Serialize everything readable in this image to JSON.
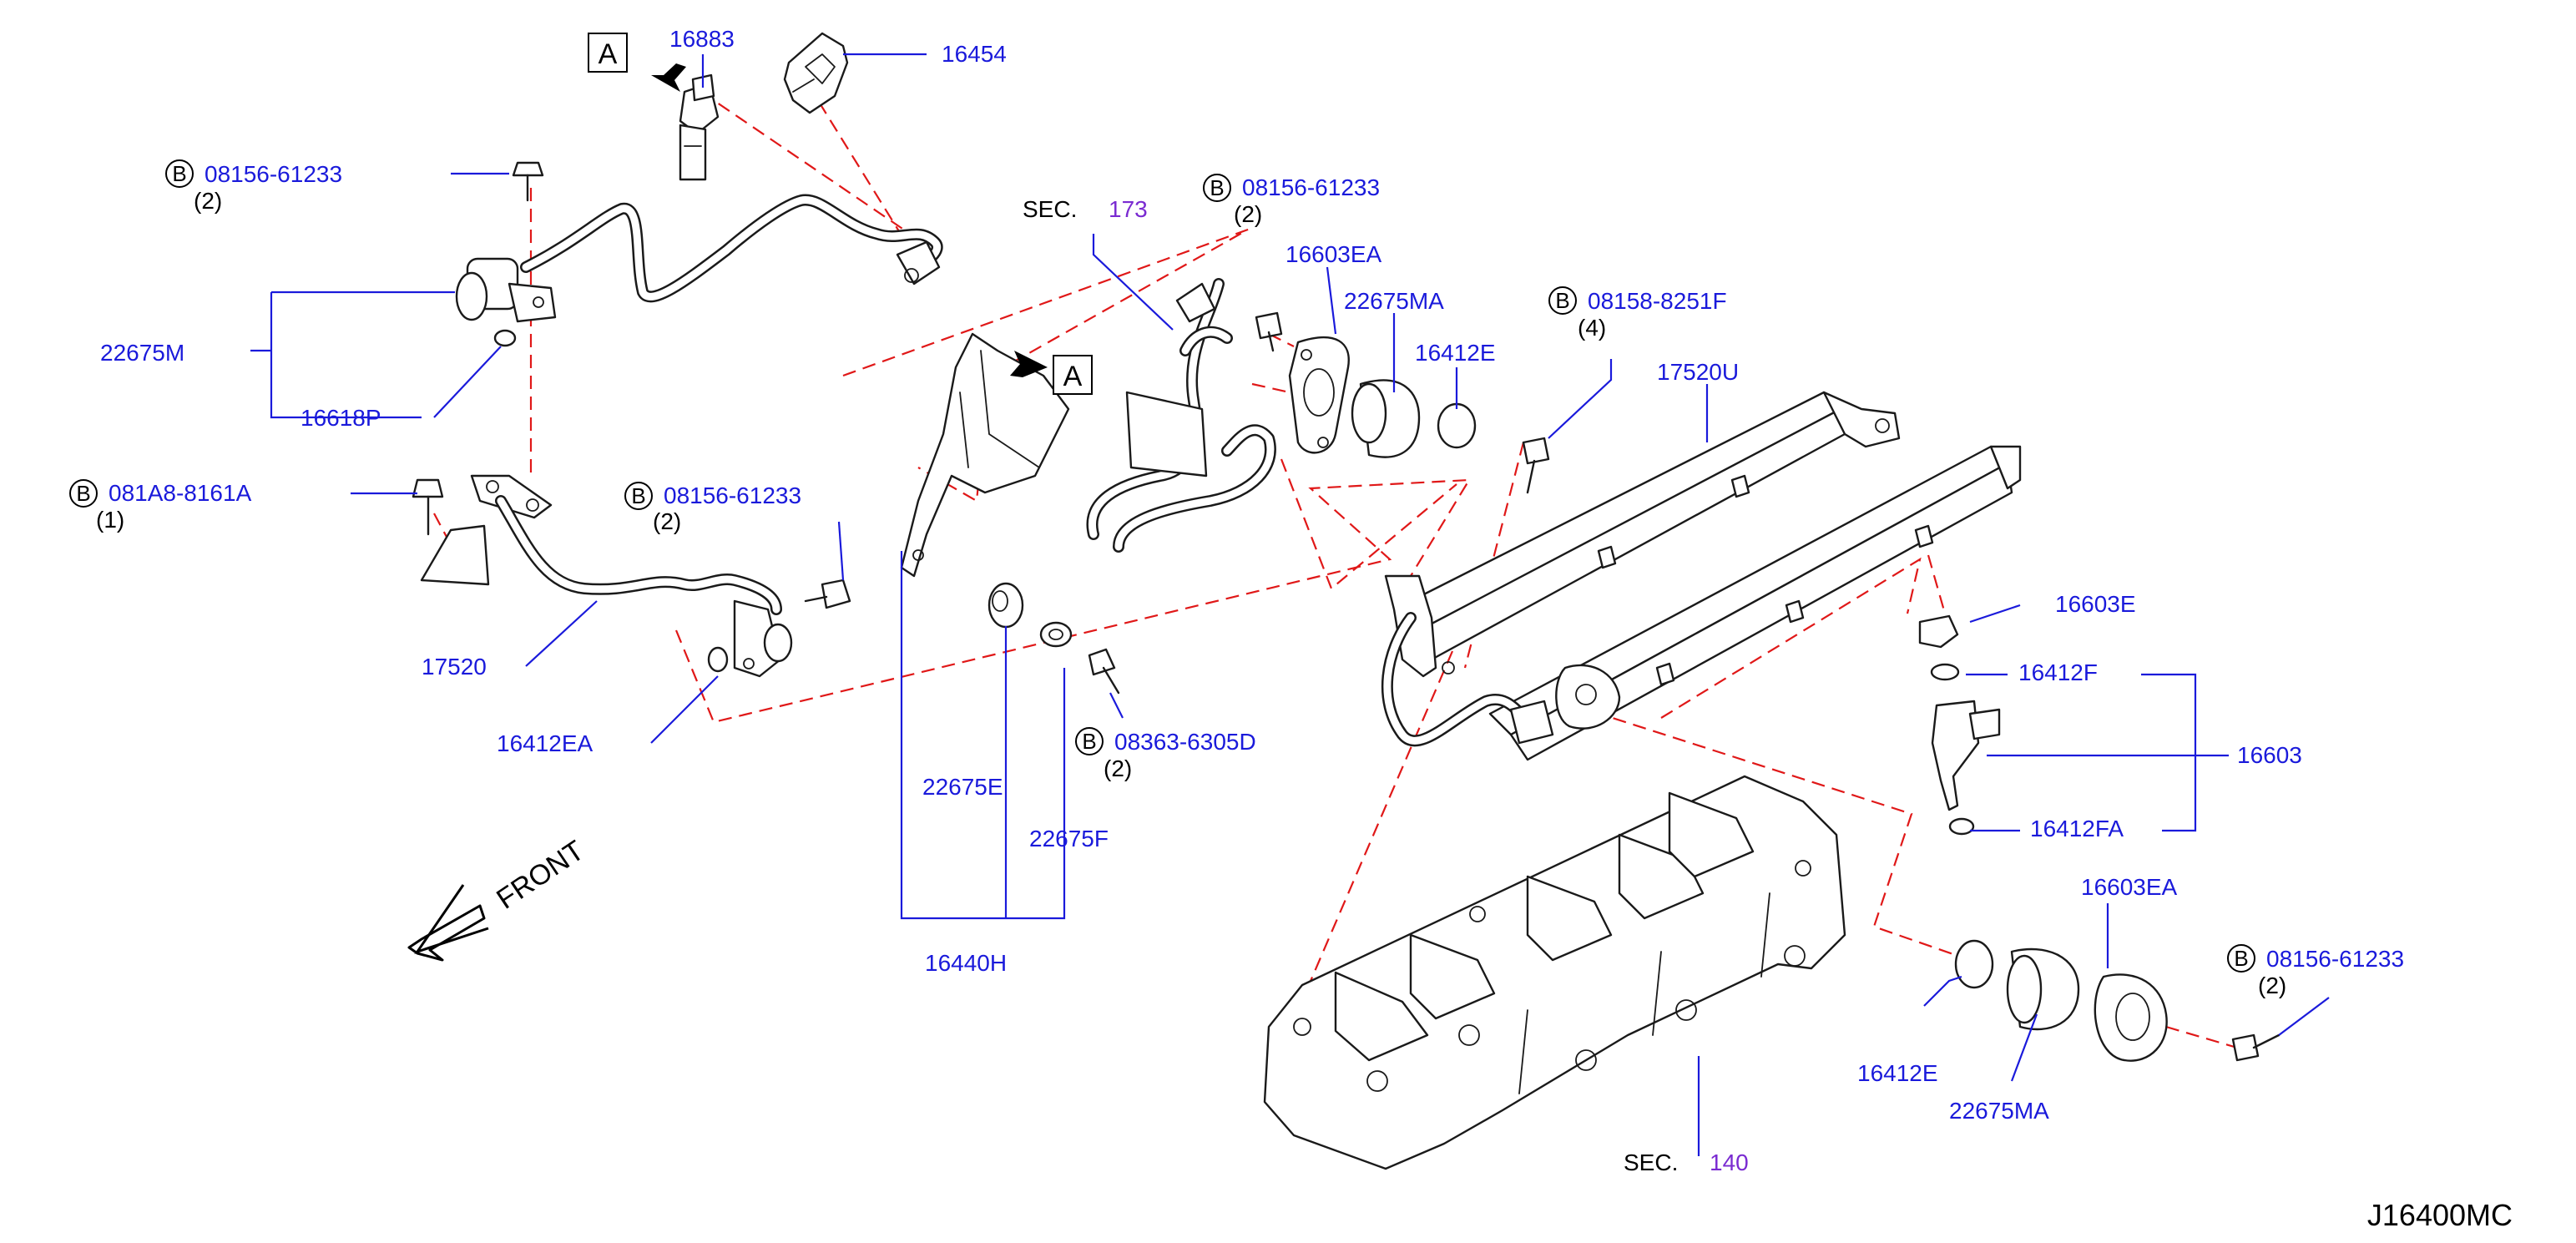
{
  "diagram_code": "J16400MC",
  "front_label": "FRONT",
  "view_marker": "A",
  "bolt_marker": "B",
  "sections": [
    {
      "prefix": "SEC.",
      "number": "173"
    },
    {
      "prefix": "SEC.",
      "number": "140"
    }
  ],
  "bolts": [
    {
      "part": "08156-61233",
      "qty": "(2)"
    },
    {
      "part": "081A8-8161A",
      "qty": "(1)"
    },
    {
      "part": "08156-61233",
      "qty": "(2)"
    },
    {
      "part": "08156-61233",
      "qty": "(2)"
    },
    {
      "part": "08158-8251F",
      "qty": "(4)"
    },
    {
      "part": "08363-6305D",
      "qty": "(2)"
    },
    {
      "part": "08156-61233",
      "qty": "(2)"
    }
  ],
  "parts": {
    "p16883": "16883",
    "p16454": "16454",
    "p22675M": "22675M",
    "p16618P": "16618P",
    "p17520": "17520",
    "p16412EA": "16412EA",
    "p16603EA_top": "16603EA",
    "p22675MA_top": "22675MA",
    "p16412E_top": "16412E",
    "p17520U": "17520U",
    "p22675E": "22675E",
    "p22675F": "22675F",
    "p16440H": "16440H",
    "p16603E": "16603E",
    "p16412F": "16412F",
    "p16603": "16603",
    "p16412FA": "16412FA",
    "p16603EA_bot": "16603EA",
    "p16412E_bot": "16412E",
    "p22675MA_bot": "22675MA"
  }
}
